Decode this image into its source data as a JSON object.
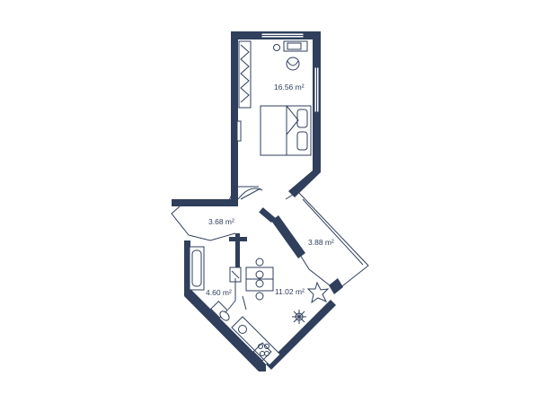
{
  "rooms": {
    "bedroom": {
      "area": "16.56 m²"
    },
    "hall": {
      "area": "3.68 m²"
    },
    "balcony": {
      "area": "3.88 m²"
    },
    "bathroom": {
      "area": "4.60 m²"
    },
    "kitchen": {
      "area": "11.02 m²"
    }
  },
  "colors": {
    "wall": "#2f3f5c",
    "background": "#ffffff"
  }
}
